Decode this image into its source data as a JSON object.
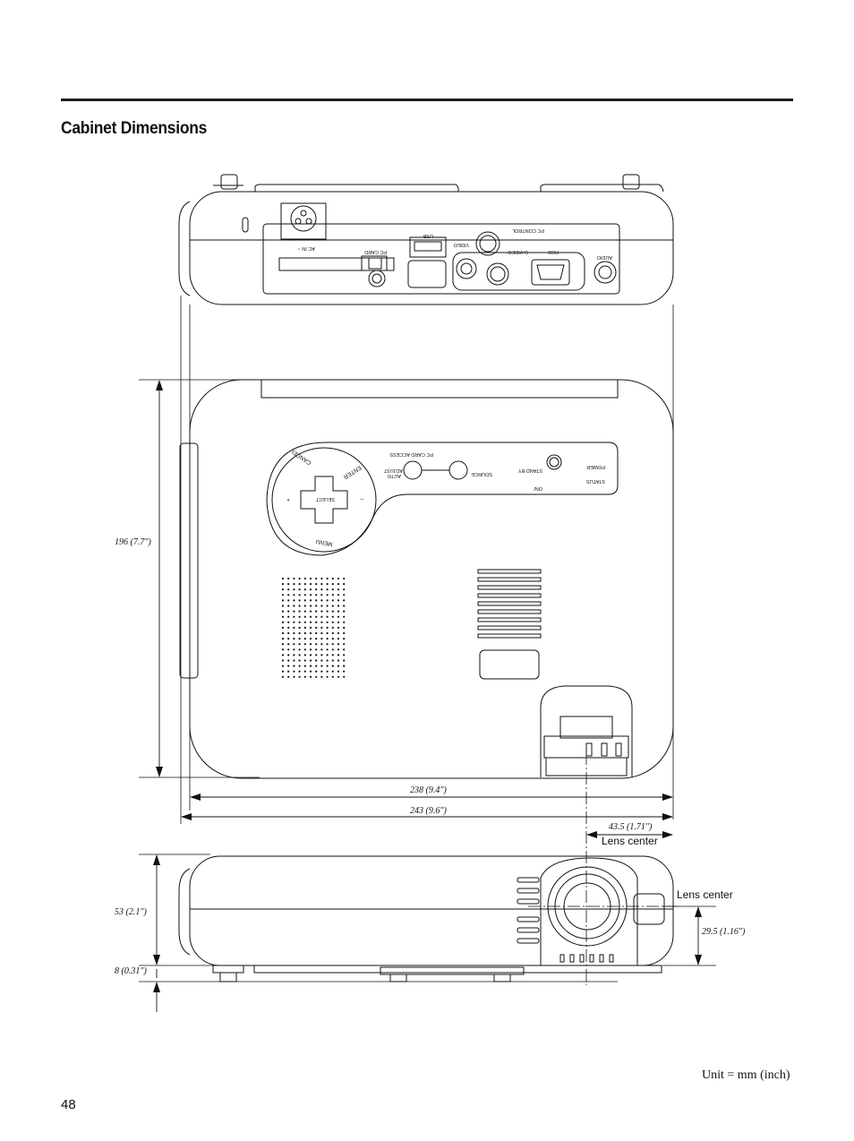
{
  "page": {
    "title": "Cabinet Dimensions",
    "page_number": "48",
    "unit_note": "Unit = mm (inch)"
  },
  "dimensions": {
    "depth": "196 (7.7\")",
    "width_body": "238 (9.4\")",
    "width_total": "243 (9.6\")",
    "lens_offset": "43.5 (1.71\")",
    "height": "53 (2.1\")",
    "foot": "8 (0.31\")",
    "lens_height": "29.5 (1.16\")"
  },
  "callouts": {
    "lens_center_top": "Lens center",
    "lens_center_front": "Lens center"
  },
  "rear_panel": {
    "ac_in": "AC IN ~",
    "pc_card": "PC CARD",
    "usb": "USB",
    "video": "VIDEO",
    "pc_control": "PC CONTROL",
    "s_video": "S-VIDEO",
    "rgb": "RGB",
    "audio": "AUDIO"
  },
  "control_panel": {
    "cancel": "CANCEL",
    "enter": "ENTER",
    "menu": "MENU",
    "select": "SELECT",
    "plus": "+",
    "minus": "–",
    "pc_card_access": "PC CARD ACCESS",
    "auto_adjust_1": "AUTO",
    "auto_adjust_2": "ADJUST",
    "source": "SOURCE",
    "on_standby_1": "ON/",
    "on_standby_2": "STAND BY",
    "power": "POWER",
    "status": "STATUS"
  }
}
